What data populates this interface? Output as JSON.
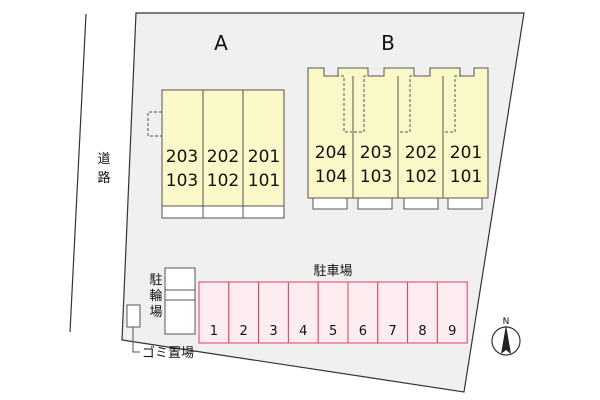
{
  "road": {
    "label_chars": [
      "道",
      "路"
    ]
  },
  "building_a": {
    "name": "A",
    "units": [
      {
        "upper": "203",
        "lower": "103"
      },
      {
        "upper": "202",
        "lower": "102"
      },
      {
        "upper": "201",
        "lower": "101"
      }
    ]
  },
  "building_b": {
    "name": "B",
    "units": [
      {
        "upper": "204",
        "lower": "104"
      },
      {
        "upper": "203",
        "lower": "103"
      },
      {
        "upper": "202",
        "lower": "102"
      },
      {
        "upper": "201",
        "lower": "101"
      }
    ]
  },
  "parking": {
    "label": "駐車場",
    "spaces": [
      "1",
      "2",
      "3",
      "4",
      "5",
      "6",
      "7",
      "8",
      "9"
    ]
  },
  "bicycle_parking": {
    "label_chars": [
      "駐",
      "輪",
      "場"
    ]
  },
  "garbage": {
    "label": "ゴミ置場"
  },
  "compass": {
    "label": "N"
  },
  "colors": {
    "lot": "#f0f0f0",
    "building": "#fbf8c8",
    "parking_fill": "#fdecf0",
    "parking_stroke": "#e0405e"
  }
}
